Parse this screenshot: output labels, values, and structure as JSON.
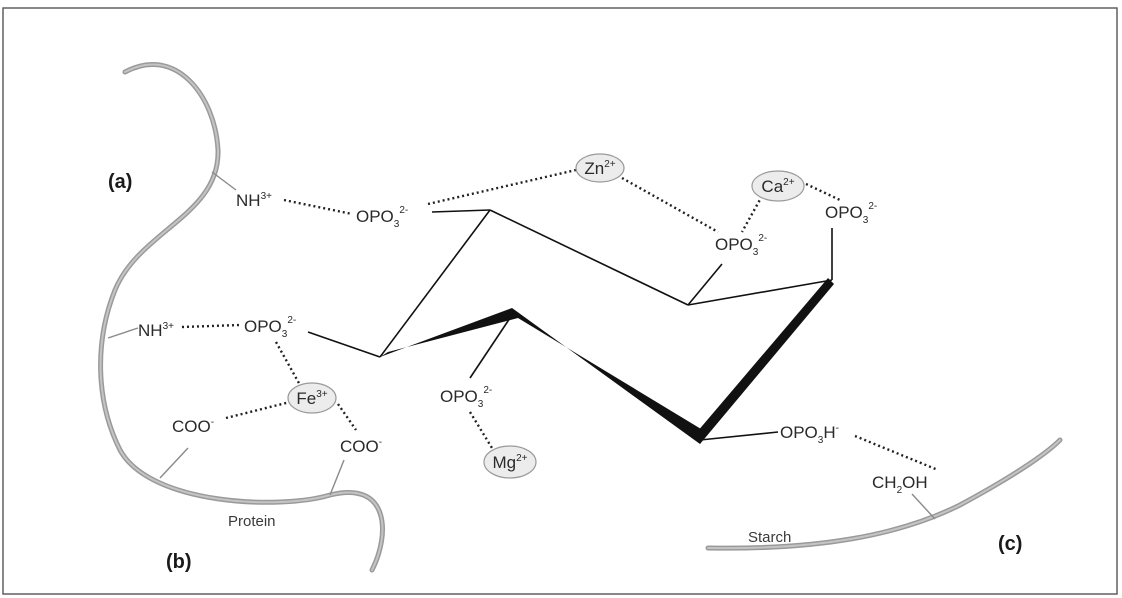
{
  "panels": {
    "a": "(a)",
    "b": "(b)",
    "c": "(c)"
  },
  "labels": {
    "nh_a": {
      "base": "NH",
      "sup": "3+"
    },
    "nh_b": {
      "base": "NH",
      "sup": "3+"
    },
    "opo3": {
      "base": "OPO",
      "sub": "3",
      "sup": "2-"
    },
    "opo3h": {
      "base": "OPO",
      "sub": "3",
      "tail": "H",
      "sup": "-"
    },
    "coo": {
      "base": "COO",
      "sup": "-"
    },
    "ch2oh": {
      "pre": "CH",
      "sub": "2",
      "post": "OH"
    },
    "protein": "Protein",
    "starch": "Starch"
  },
  "ions": {
    "zn": {
      "base": "Zn",
      "sup": "2+"
    },
    "ca": {
      "base": "Ca",
      "sup": "2+"
    },
    "fe": {
      "base": "Fe",
      "sup": "3+"
    },
    "mg": {
      "base": "Mg",
      "sup": "2+"
    }
  }
}
